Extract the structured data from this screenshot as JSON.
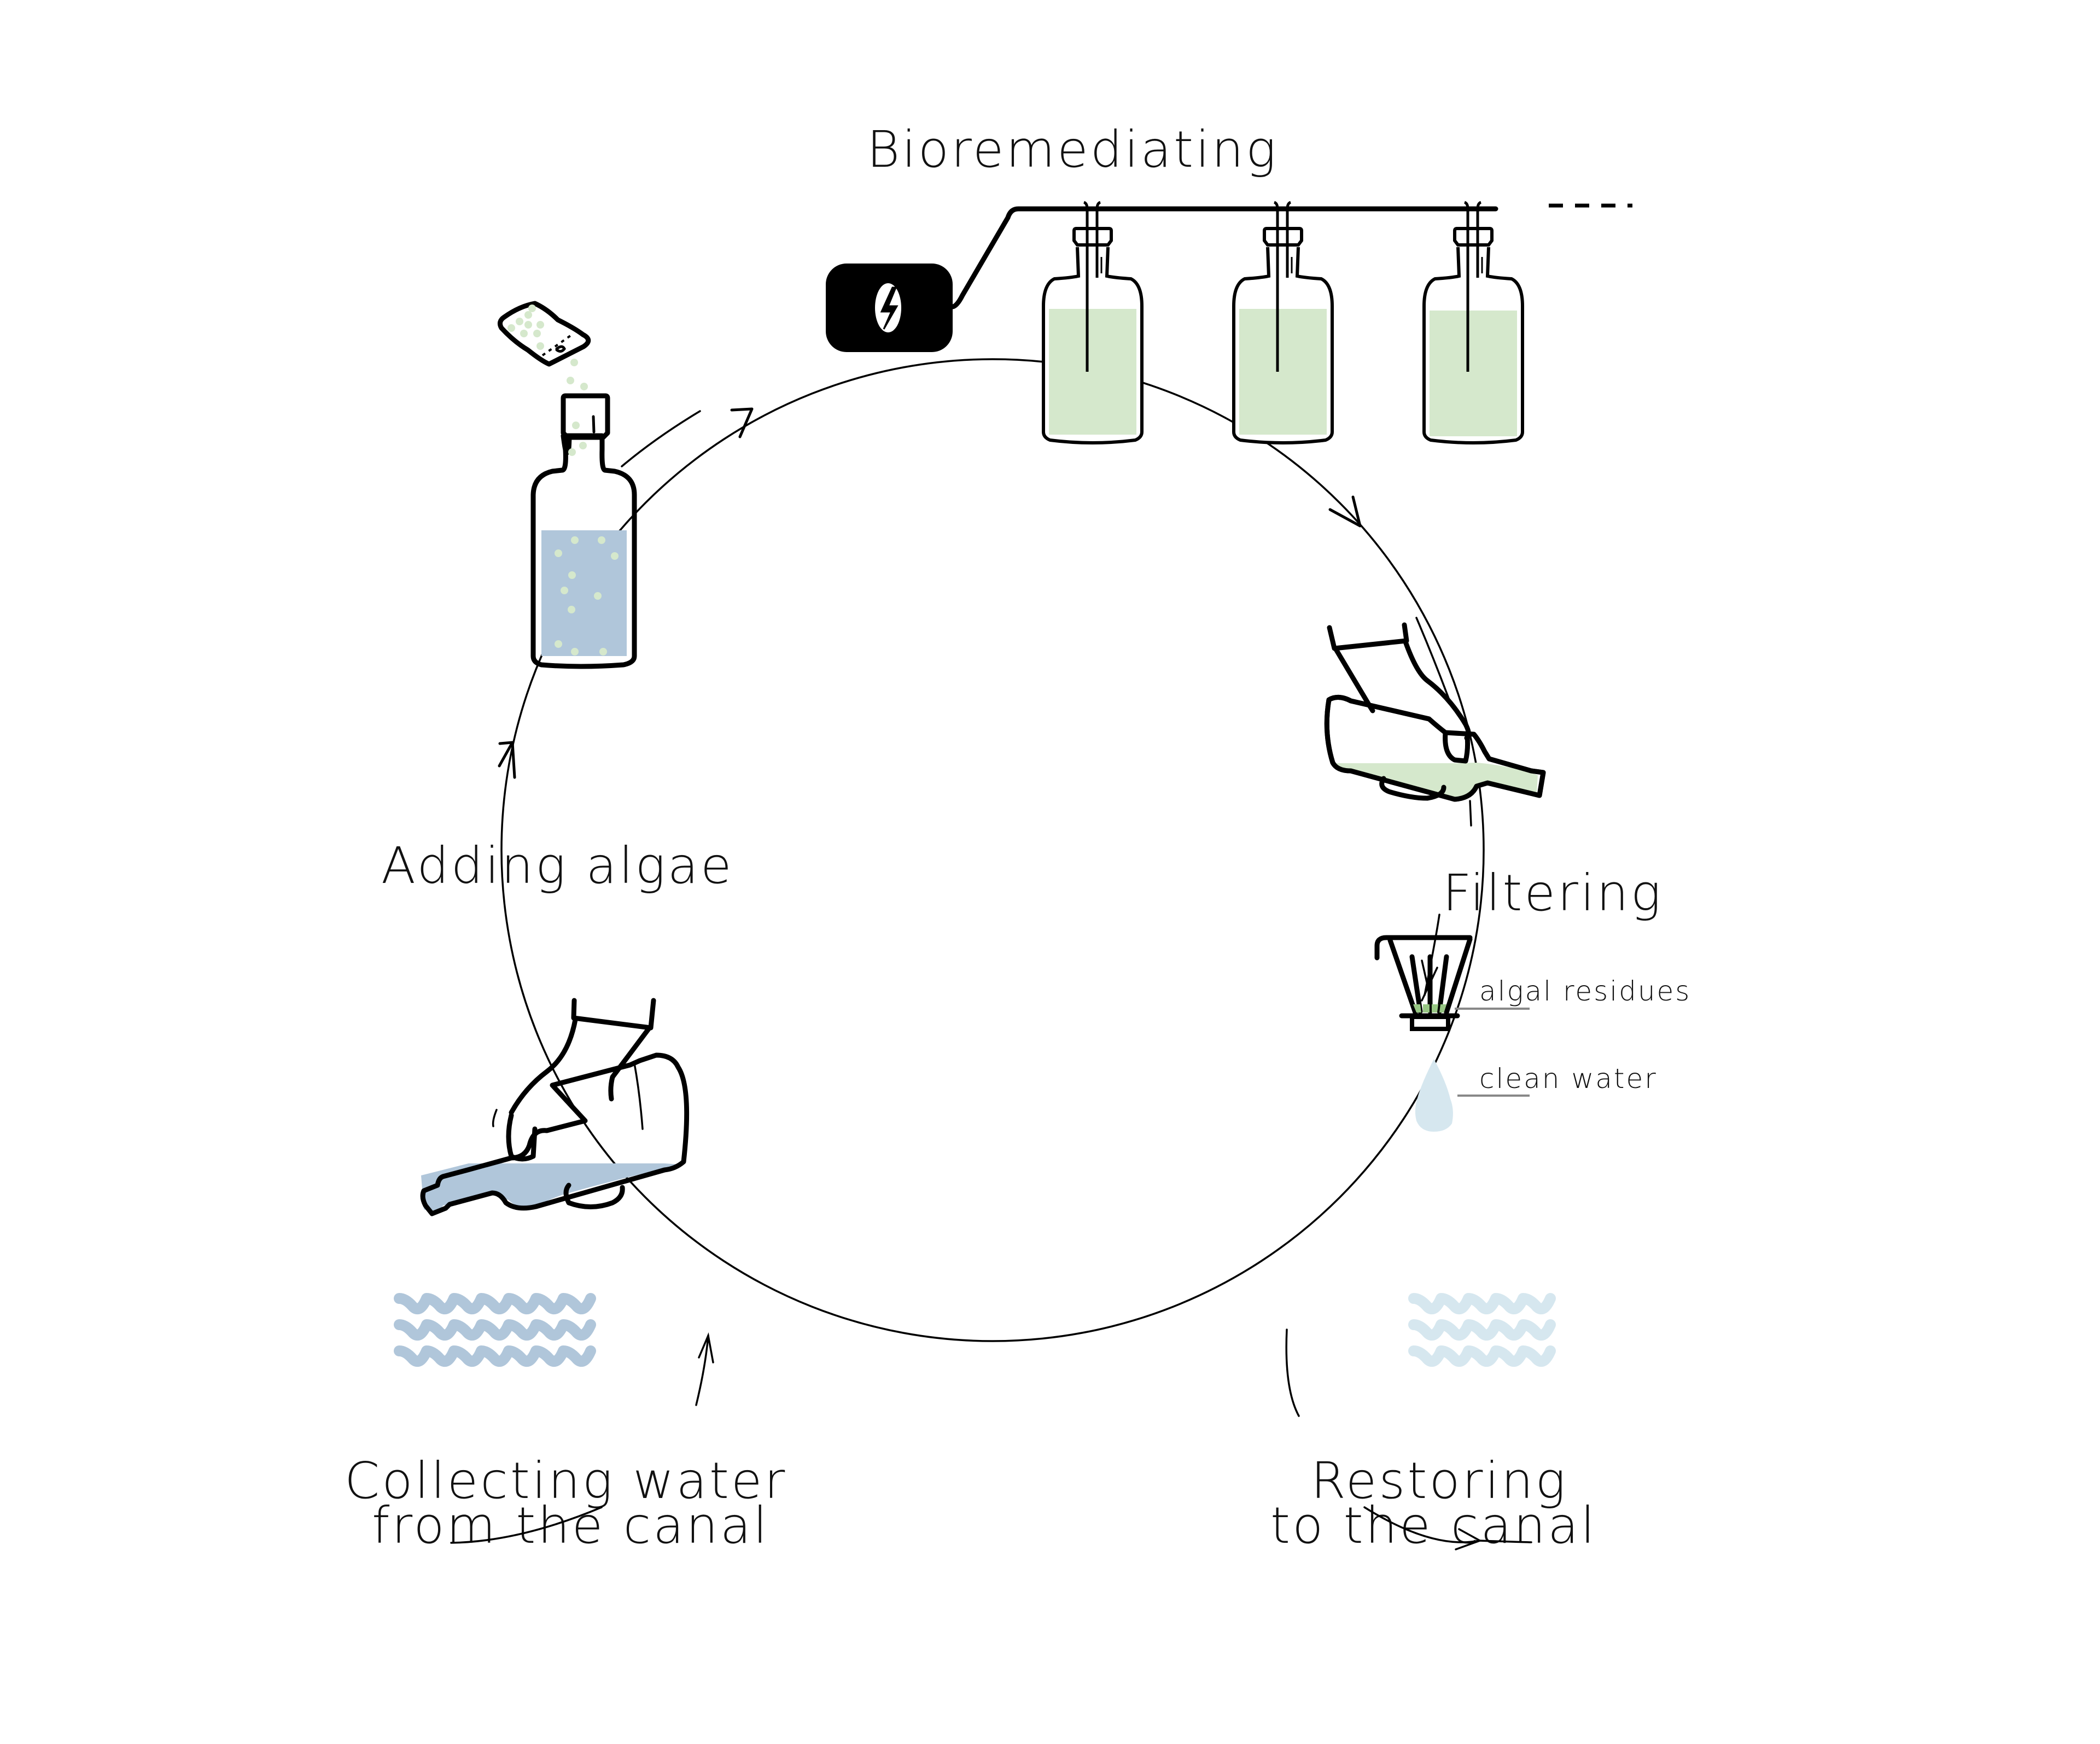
{
  "title": "Bioremediation cycle",
  "labels": {
    "bioremediating": "Bioremediating",
    "adding_algae": "Adding algae",
    "filtering": "Filtering",
    "collecting_line1": "Collecting water",
    "collecting_line2": "from the canal",
    "restoring_line1": "Restoring",
    "restoring_line2": "to the canal",
    "algal_residues": "algal residues",
    "clean_water": "clean water"
  },
  "icons": {
    "power": "lightning-bolt",
    "drop": "water-drop",
    "waves": "water-waves"
  },
  "colors": {
    "canal_water": "#b0c6da",
    "clean_water": "#d6e7ef",
    "algae_culture": "#d5e8cc",
    "algae_residue": "#97c683",
    "algae_particle": "#d5e8cc",
    "ink": "#000000"
  },
  "bioreactor_bottle_count": 3
}
